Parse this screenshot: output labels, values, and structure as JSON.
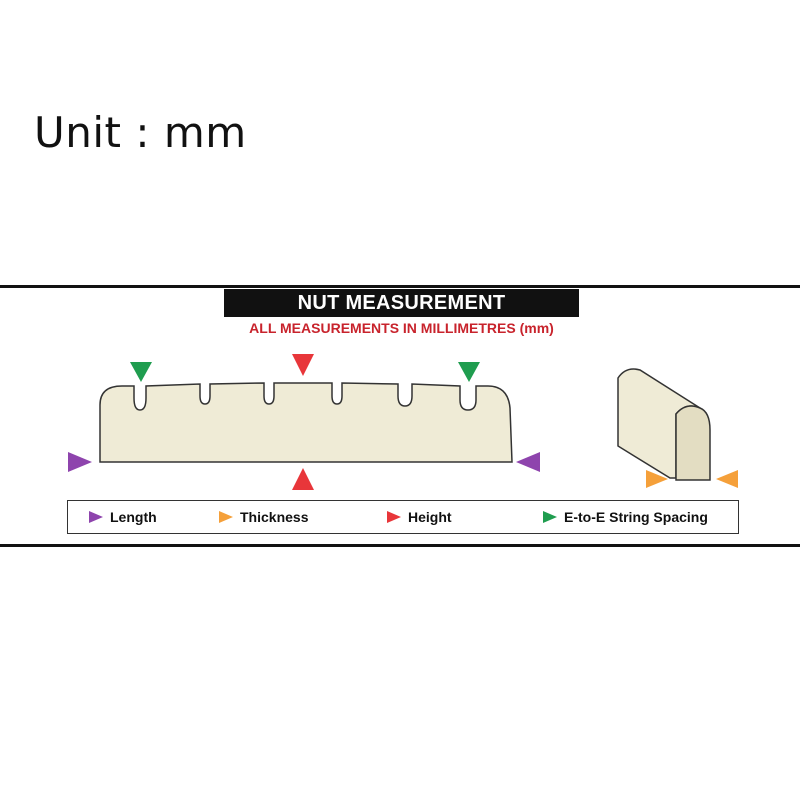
{
  "unit_label": "Unit : mm",
  "banner": {
    "title": "NUT MEASUREMENT",
    "subtitle": "ALL MEASUREMENTS IN MILLIMETRES (mm)"
  },
  "colors": {
    "length": "#8e44ad",
    "thickness": "#f5a03a",
    "height": "#e8363a",
    "spacing": "#1f9d4f",
    "nut_fill": "#efebd6",
    "nut_stroke": "#333333",
    "subtitle": "#c8232c"
  },
  "legend": [
    {
      "key": "length",
      "label": "Length",
      "icon": "triangle-right-icon"
    },
    {
      "key": "thickness",
      "label": "Thickness",
      "icon": "triangle-right-icon"
    },
    {
      "key": "height",
      "label": "Height",
      "icon": "triangle-right-icon"
    },
    {
      "key": "spacing",
      "label": "E-to-E String Spacing",
      "icon": "triangle-right-icon"
    }
  ]
}
